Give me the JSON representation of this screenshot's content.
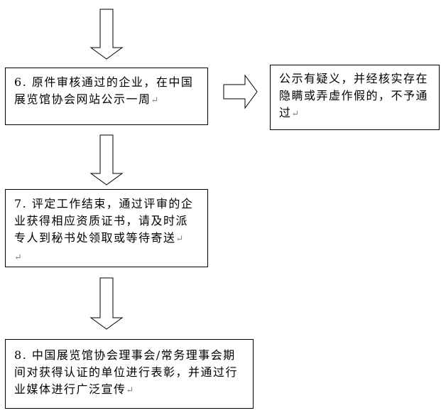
{
  "diagram": {
    "step6": {
      "text": "6. 原件审核通过的企业，在中国展览馆协会网站公示一周"
    },
    "note": {
      "text": "公示有疑义，并经核实存在隐瞒或弄虚作假的，不予通过"
    },
    "step7": {
      "text": "7. 评定工作结束，通过评审的企业获得相应资质证书，请及时派专人到秘书处领取或等待寄送"
    },
    "step8": {
      "text": "8. 中国展览馆协会理事会/常务理事会期间对获得认证的单位进行表彰，并通过行业媒体进行广泛宣传"
    },
    "return_mark": "↵"
  }
}
